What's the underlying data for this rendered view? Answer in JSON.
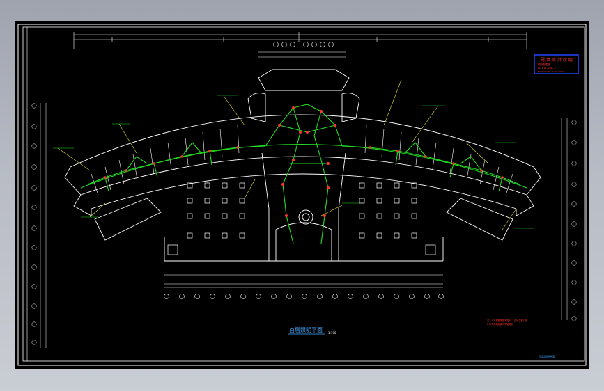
{
  "drawing": {
    "title": "首层照明平面",
    "scale": "1:100",
    "sheet_label": "首层照明平面"
  },
  "stamp": {
    "title": "電 氣 設 計 說 明",
    "line1": "照明配電箱",
    "line2": "AL-1 AL-2 AL-3",
    "line3": "NH-YJV-4x25+1x16 SC50"
  },
  "notes": {
    "line1": "注：1.本層照明配電箱AL-1由地下室引來",
    "line2": "2.所有燈具回路均穿管暗敷"
  },
  "colors": {
    "background": "#000000",
    "walls": "#ffffff",
    "wiring": "#22dd22",
    "leaders": "#eeee33",
    "fixtures": "#ff3333",
    "stamp": "#2244ff"
  }
}
